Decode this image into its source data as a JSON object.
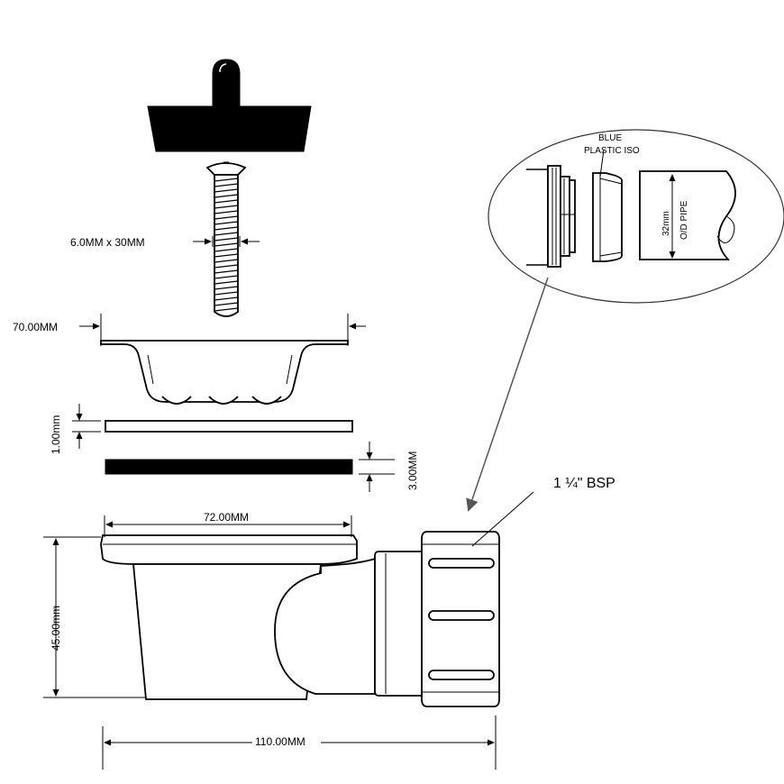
{
  "labels": {
    "screw_size": "6.0MM x 30MM",
    "strainer_width": "70.00MM",
    "washer_thin": "1.00mm",
    "washer_thick": "3.00MM",
    "body_top_width": "72.00MM",
    "body_height": "45.00mm",
    "overall_width": "110.00MM",
    "thread": "1 ¼\" BSP",
    "inset_blue": "BLUE",
    "inset_plastic_iso": "PLASTIC ISO",
    "inset_pipe_size": "32mm",
    "inset_pipe_type": "O/D PIPE"
  }
}
